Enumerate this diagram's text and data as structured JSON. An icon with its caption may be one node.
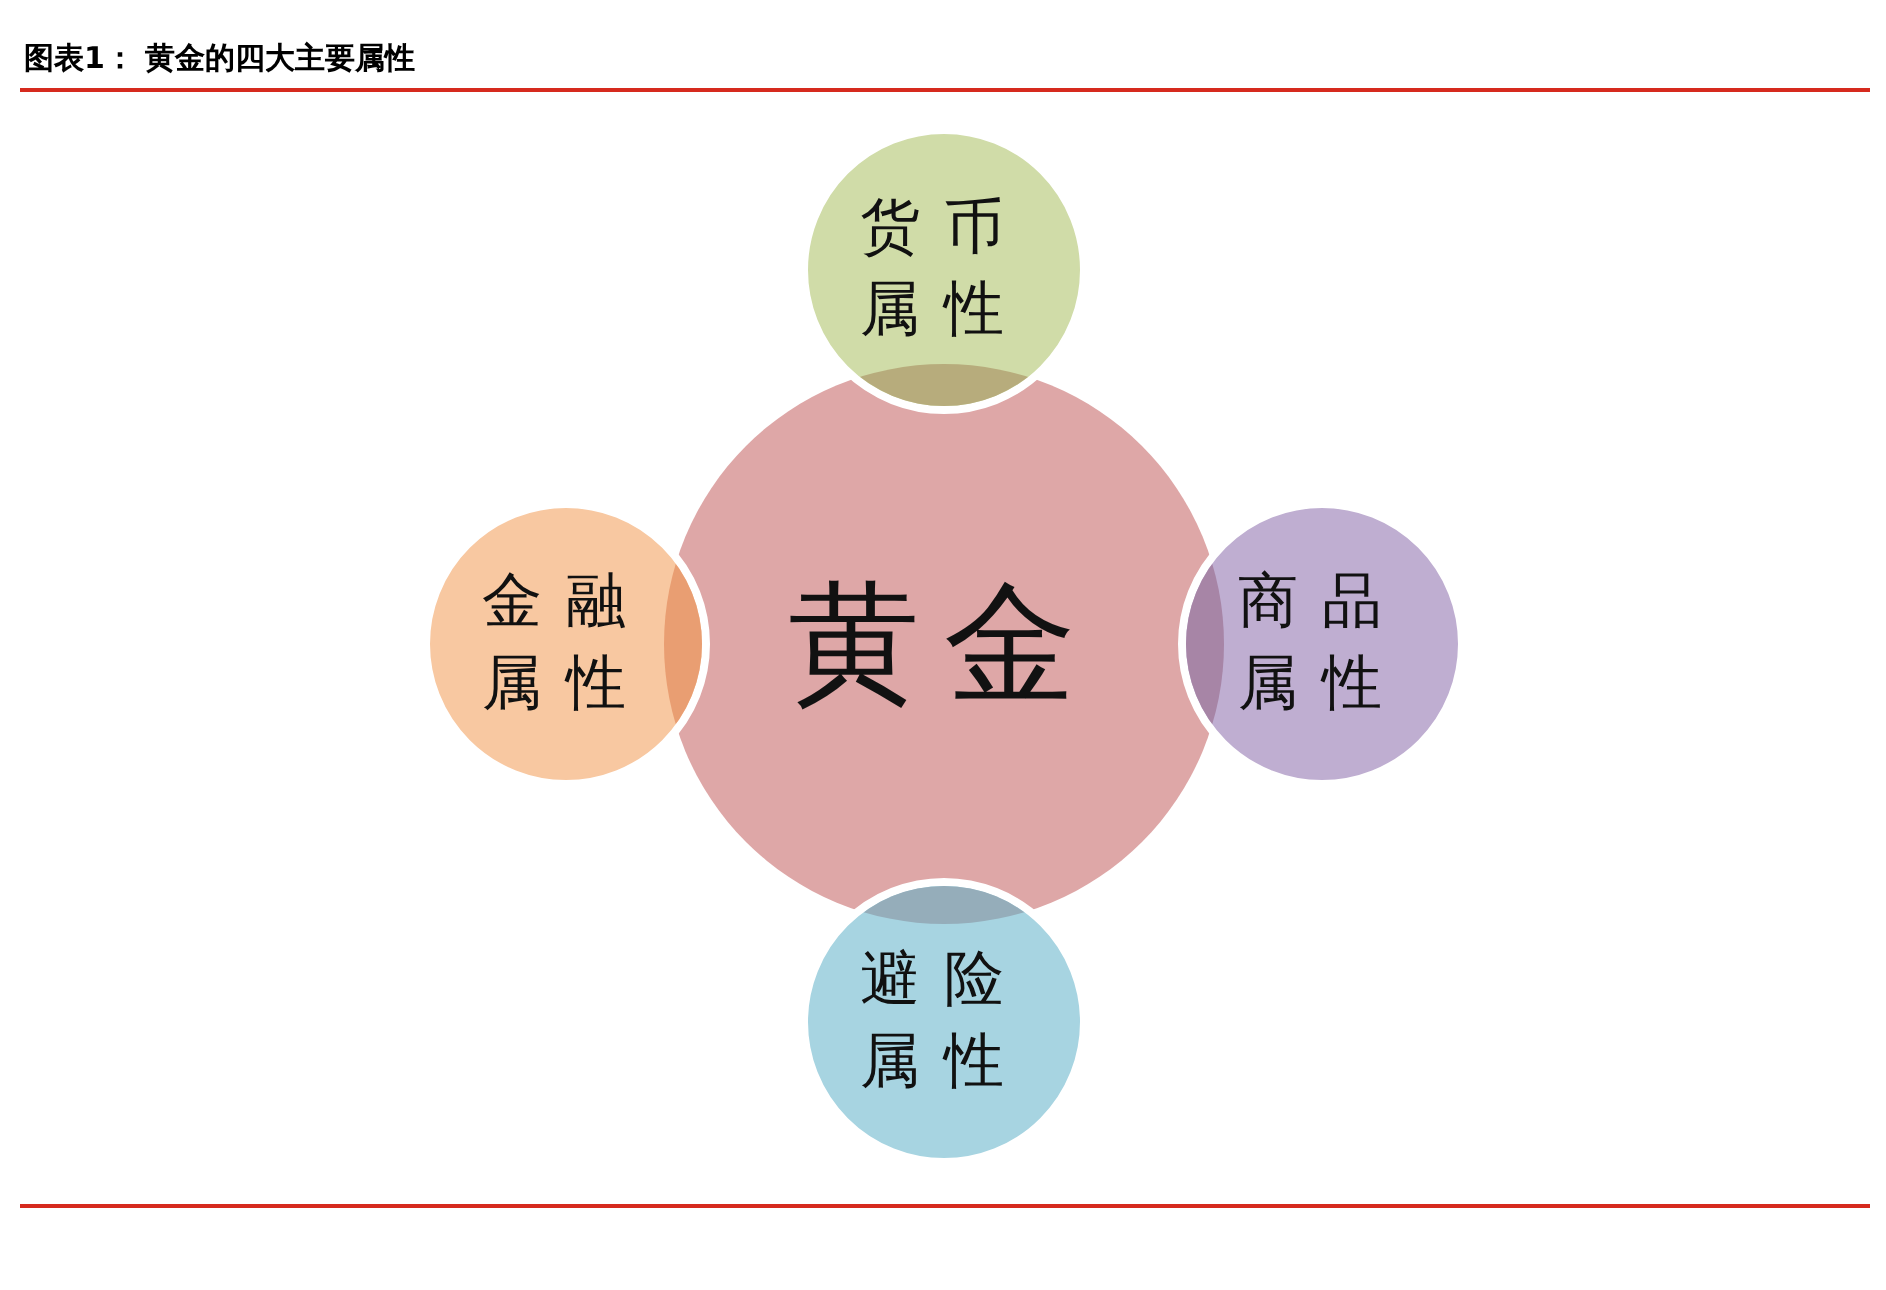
{
  "diagram": {
    "title": "图表1： 黄金的四大主要属性",
    "nodes": [
      {
        "text": [
          "黄金"
        ]
      },
      {
        "text": [
          "货币属性"
        ]
      },
      {
        "text": [
          "商品属性"
        ]
      },
      {
        "text": [
          "避险属性"
        ]
      },
      {
        "text": [
          "金融属性"
        ]
      }
    ]
  }
}
